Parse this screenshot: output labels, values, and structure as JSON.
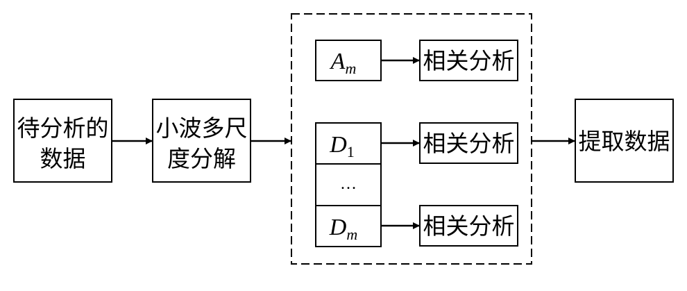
{
  "input_box": {
    "line1": "待分析的",
    "line2": "数据"
  },
  "wavelet_box": {
    "line1": "小波多尺",
    "line2": "度分解"
  },
  "coefficients": {
    "approx": {
      "symbol": "A",
      "sub": "m"
    },
    "detail_first": {
      "symbol": "D",
      "sub": "1"
    },
    "ellipsis": "…",
    "detail_last": {
      "symbol": "D",
      "sub": "m"
    }
  },
  "analysis_label": "相关分析",
  "output_box": {
    "label": "提取数据"
  }
}
